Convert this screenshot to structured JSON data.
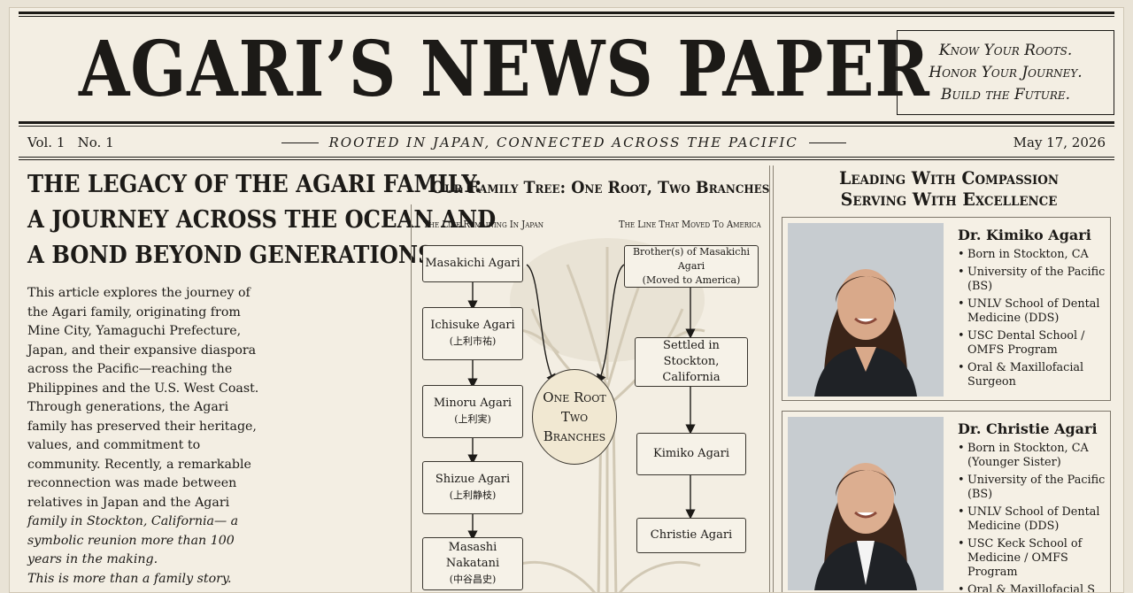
{
  "masthead": {
    "title": "AGARI’S NEWS PAPER",
    "motto": [
      "Know Your Roots.",
      "Honor Your Journey.",
      "Build the Future."
    ]
  },
  "dateline": {
    "volume": "Vol. 1   No. 1",
    "tagline": "ROOTED IN JAPAN, CONNECTED ACROSS THE PACIFIC",
    "date": "May 17, 2026"
  },
  "article": {
    "headline_lines": [
      "THE LEGACY OF THE AGARI FAMILY:",
      "A JOURNEY ACROSS THE OCEAN AND",
      "A BOND BEYOND GENERATIONS"
    ],
    "body_plain": "This article explores the journey of the Agari family, originating from Mine City, Yamaguchi Prefecture, Japan, and their expansive diaspora across the Pacific—reaching the Philippines and the U.S. West Coast. Through generations, the Agari family has preserved their heritage, values, and commitment to community. Recently, a remarkable reconnection was made between relatives in Japan and the Agari",
    "body_italic": "family in Stockton, California— a symbolic reunion more than 100 years in the making.",
    "body_end": "This is more than a family story."
  },
  "tree": {
    "title": "Our Family Tree: One Root, Two Branches",
    "left_heading": "The Line Remaining In Japan",
    "right_heading": "The Line That Moved To America",
    "japan": [
      {
        "name": "Masakichi Agari",
        "kanji": ""
      },
      {
        "name": "Ichisuke Agari",
        "kanji": "(上利市祐)"
      },
      {
        "name": "Minoru Agari",
        "kanji": "(上利実)"
      },
      {
        "name": "Shizue Agari",
        "kanji": "(上利静枝)"
      },
      {
        "name": "Masashi Nakatani",
        "kanji": "(中谷昌史)"
      }
    ],
    "america": [
      {
        "name": "Brother(s) of Masakichi Agari",
        "sub": "(Moved to America)"
      },
      {
        "name": "Settled in",
        "sub": "Stockton, California"
      },
      {
        "name": "Kimiko Agari",
        "sub": ""
      },
      {
        "name": "Christie Agari",
        "sub": ""
      }
    ],
    "center": [
      "One Root",
      "Two",
      "Branches"
    ]
  },
  "profiles": {
    "heading": [
      "Leading With Compassion",
      "Serving With Excellence"
    ],
    "people": [
      {
        "name": "Dr. Kimiko Agari",
        "points": [
          "Born in Stockton, CA",
          "University of the Pacific (BS)",
          "UNLV School of Dental Medicine (DDS)",
          "USC Dental School / OMFS Program",
          "Oral & Maxillofacial Surgeon"
        ]
      },
      {
        "name": "Dr. Christie Agari",
        "points": [
          "Born in Stockton, CA (Younger Sister)",
          "University of the Pacific (BS)",
          "UNLV School of Dental Medicine (DDS)",
          "USC Keck School of Medicine / OMFS Program",
          "Oral & Maxillofacial S"
        ]
      }
    ]
  },
  "colors": {
    "paper": "#f3eee3",
    "ink": "#1c1a17",
    "circle_fill": "#f1e8d2"
  }
}
